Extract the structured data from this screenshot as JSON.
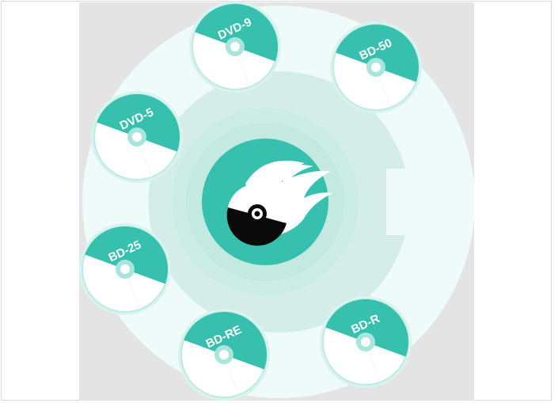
{
  "colors": {
    "accent": "#36c0ad",
    "outer_ring": "#eefbf9",
    "middle_ring": "#d5ede9",
    "inner_glow": "#c6e9e2",
    "panel_bg": "#e4e4e4",
    "disc_white": "#ffffff",
    "disc_hole": "#a8e6dd"
  },
  "center_icon": {
    "name": "disc-burn-flame-icon"
  },
  "discs": [
    {
      "id": "dvd-9",
      "label": "DVD-9"
    },
    {
      "id": "bd-50",
      "label": "BD-50"
    },
    {
      "id": "dvd-5",
      "label": "DVD-5"
    },
    {
      "id": "bd-25",
      "label": "BD-25"
    },
    {
      "id": "bd-re",
      "label": "BD-RE"
    },
    {
      "id": "bd-r",
      "label": "BD-R"
    }
  ]
}
